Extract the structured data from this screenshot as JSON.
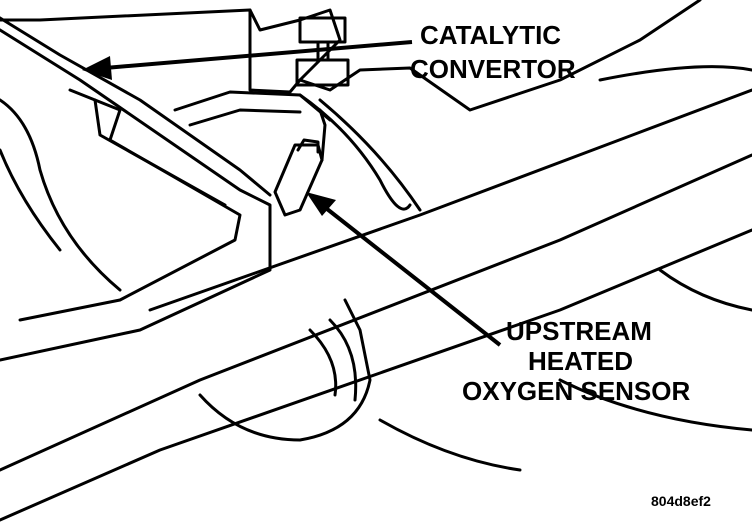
{
  "callouts": {
    "catalytic_convertor": [
      "CATALYTIC",
      "CONVERTOR"
    ],
    "upstream_sensor": [
      "UPSTREAM",
      "HEATED",
      "OXYGEN SENSOR"
    ]
  },
  "figure_code": "804d8ef2",
  "colors": {
    "ink": "#000000",
    "paper": "#ffffff"
  }
}
